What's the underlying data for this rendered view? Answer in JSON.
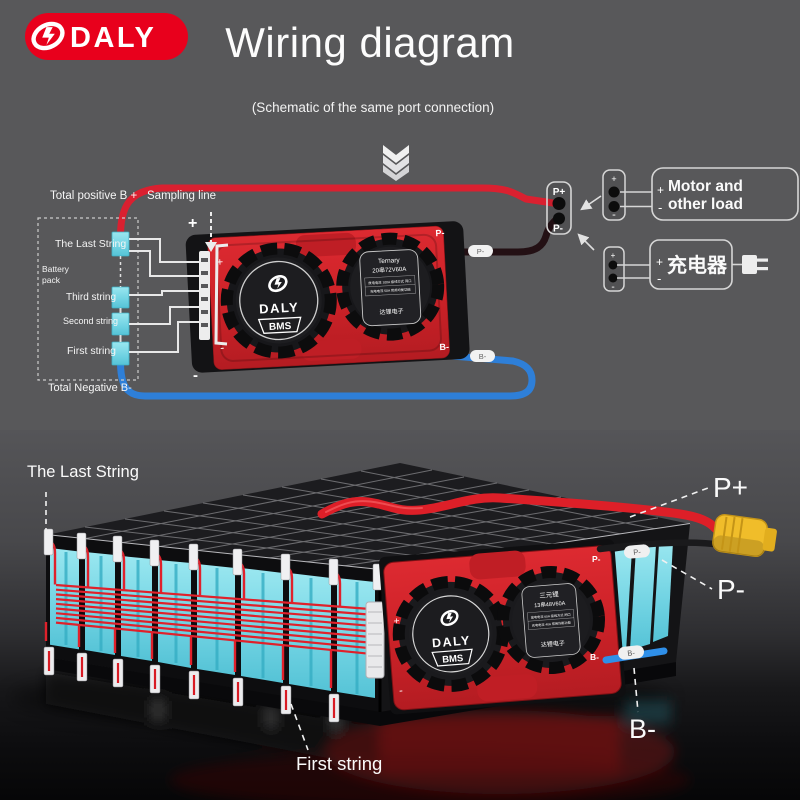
{
  "header": {
    "brand": "DALY",
    "title": "Wiring diagram",
    "subtitle": "(Schematic of the same port connection)"
  },
  "schematic": {
    "annotations": {
      "total_positive": "Total positive B +",
      "sampling_line": "Sampling line",
      "last_string": "The Last String",
      "battery_line1": "Battery",
      "battery_line2": "pack",
      "third_string": "Third string",
      "second_string": "Second string",
      "first_string": "First string",
      "total_negative": "Total Negative B-",
      "plus_mark": "+",
      "minus_mark": "-"
    },
    "board": {
      "brand": "DALY",
      "name": "BMS",
      "plus": "+",
      "minus": "-",
      "p_minus": "P-",
      "b_minus": "B-",
      "label": {
        "title": "Ternary",
        "model": "20串72V60A",
        "row1": "放电电流 100A 接线方式 同口",
        "row2": "充电电流 50A 常用均衡功能",
        "footer": "达锂电子"
      }
    },
    "wire_tags": {
      "p_minus": "P-",
      "b_minus": "B-"
    },
    "terminals": {
      "p_plus": "P+",
      "p_minus": "P-"
    },
    "load_connector": {
      "plus": "+",
      "minus": "-"
    },
    "load_box": {
      "plus": "+",
      "minus": "-",
      "line1": "Motor and",
      "line2": "other load"
    },
    "charger_connector": {
      "plus": "+",
      "minus": "-"
    },
    "charger_box": {
      "plus": "+",
      "minus": "-",
      "label": "充电器"
    }
  },
  "render": {
    "annotations": {
      "last_string": "The Last String",
      "first_string": "First string",
      "p_plus": "P+",
      "p_minus": "P-",
      "b_minus": "B-"
    },
    "wire_tags": {
      "p_minus": "P-",
      "b_minus": "B-"
    },
    "board": {
      "brand": "DALY",
      "name": "BMS",
      "plus": "+",
      "minus": "-",
      "p_minus": "P-",
      "b_minus": "B-",
      "label": {
        "title": "三元锂",
        "model": "13串48V60A",
        "row1": "放电电流 60A 接线方式 同口",
        "row2": "充电电流 40A 常用均衡功能",
        "footer": "达锂电子"
      }
    }
  },
  "colors": {
    "background": "#58585a",
    "brand_red": "#e8001c",
    "board_red": "#d2252c",
    "cell_cyan": "#7fdbe8",
    "wire_red": "#dd1f28",
    "wire_blue": "#2f7fd9",
    "wire_black": "#231014",
    "xt60_yellow": "#f0bd2a"
  }
}
